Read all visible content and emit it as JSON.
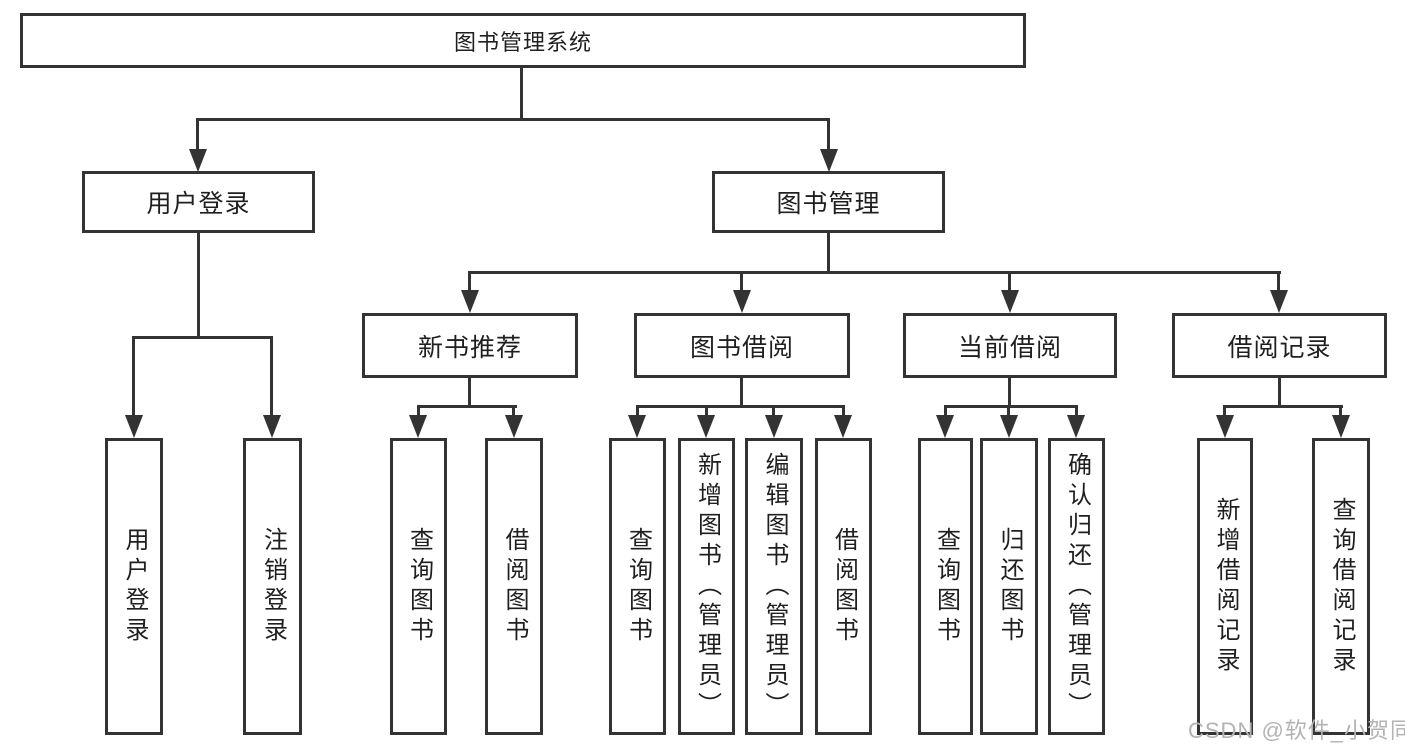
{
  "diagram": {
    "root": {
      "label": "图书管理系统",
      "children": [
        {
          "label": "用户登录",
          "children": [
            {
              "label": "用户登录"
            },
            {
              "label": "注销登录"
            }
          ]
        },
        {
          "label": "图书管理",
          "children": [
            {
              "label": "新书推荐",
              "children": [
                {
                  "label": "查询图书"
                },
                {
                  "label": "借阅图书"
                }
              ]
            },
            {
              "label": "图书借阅",
              "children": [
                {
                  "label": "查询图书"
                },
                {
                  "label": "新增图书（管理员）"
                },
                {
                  "label": "编辑图书（管理员）"
                },
                {
                  "label": "借阅图书"
                }
              ]
            },
            {
              "label": "当前借阅",
              "children": [
                {
                  "label": "查询图书"
                },
                {
                  "label": "归还图书"
                },
                {
                  "label": "确认归还（管理员）"
                }
              ]
            },
            {
              "label": "借阅记录",
              "children": [
                {
                  "label": "新增借阅记录"
                },
                {
                  "label": "查询借阅记录"
                }
              ]
            }
          ]
        }
      ]
    }
  },
  "watermark": {
    "text": "CSDN @软件_小贺同学"
  },
  "colors": {
    "line": "#333333",
    "text": "#1f1f1f",
    "watermark": "#b3b3b3",
    "background": "#ffffff"
  }
}
